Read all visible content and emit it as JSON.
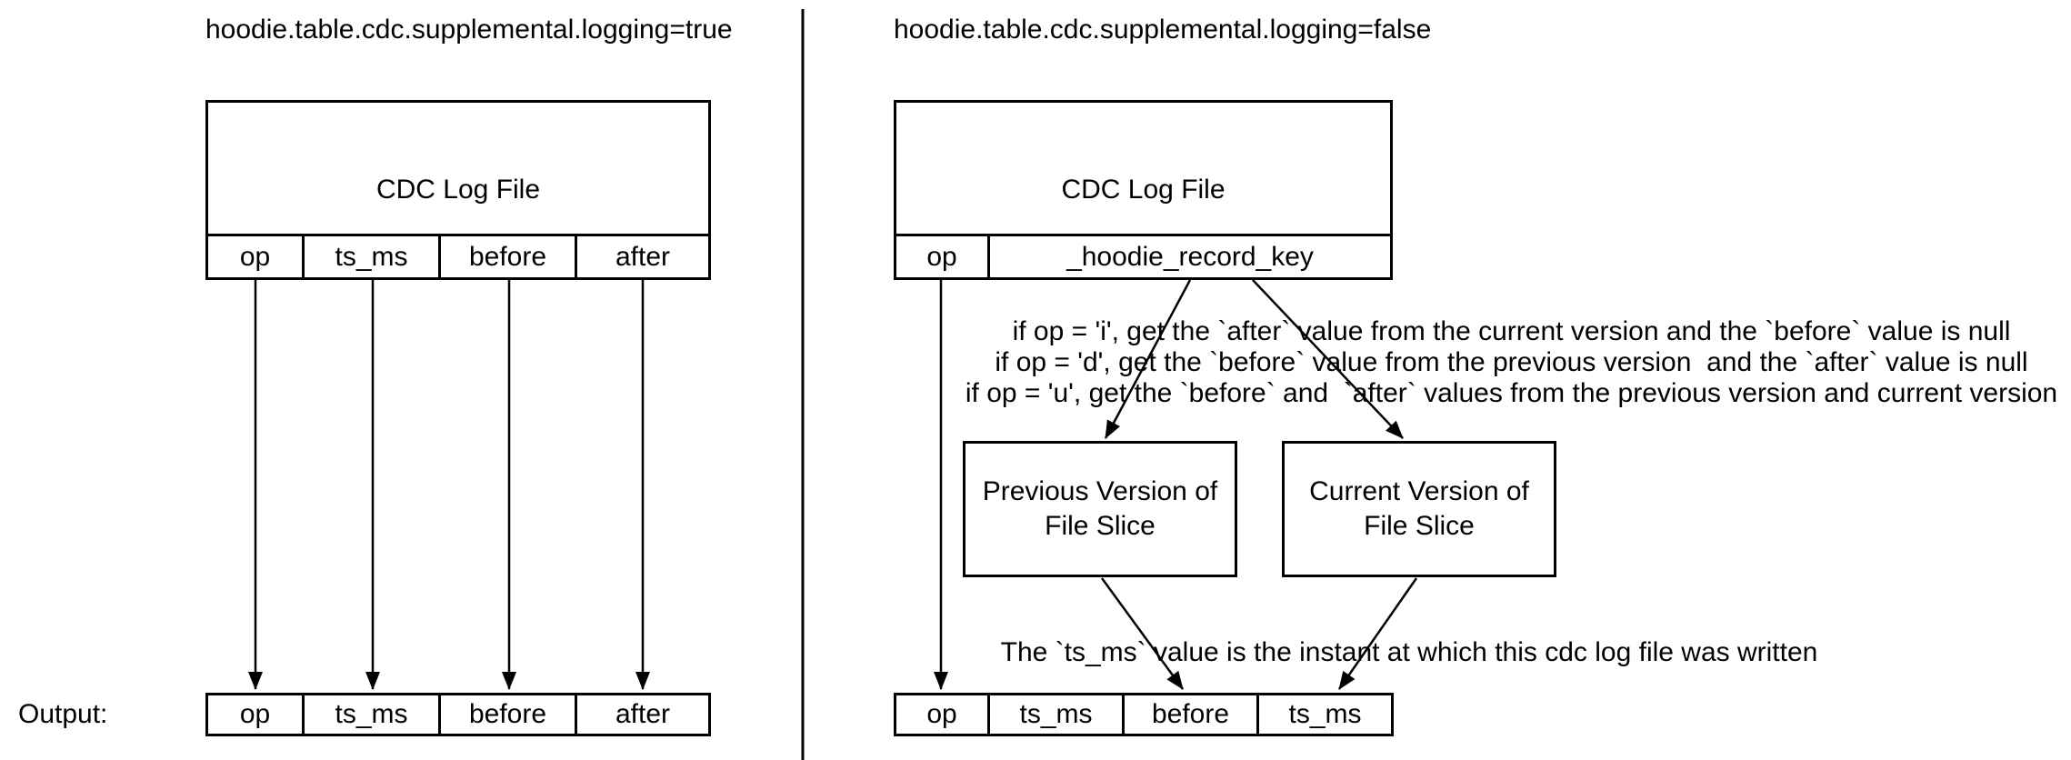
{
  "colors": {
    "stroke": "#000000",
    "text": "#000000",
    "background": "#ffffff"
  },
  "left_panel": {
    "title": "hoodie.table.cdc.supplemental.logging=true",
    "cdc_box": {
      "label": "CDC Log File",
      "columns": [
        "op",
        "ts_ms",
        "before",
        "after"
      ]
    },
    "output_label": "Output:",
    "output_columns": [
      "op",
      "ts_ms",
      "before",
      "after"
    ]
  },
  "right_panel": {
    "title": "hoodie.table.cdc.supplemental.logging=false",
    "cdc_box": {
      "label": "CDC Log File",
      "columns": [
        "op",
        "_hoodie_record_key"
      ]
    },
    "rules": [
      "if op = 'i', get the `after` value from the current version and the `before` value is null",
      "if op = 'd', get the `before` value from the previous version  and the `after` value is null",
      "if op = 'u', get the `before` and  `after` values from the previous version and current version"
    ],
    "previous_box_lines": [
      "Previous Version of",
      "File Slice"
    ],
    "current_box_lines": [
      "Current Version of",
      "File Slice"
    ],
    "note": "The `ts_ms` value is the instant at which this cdc log file was written",
    "output_columns": [
      "op",
      "ts_ms",
      "before",
      "ts_ms"
    ]
  }
}
